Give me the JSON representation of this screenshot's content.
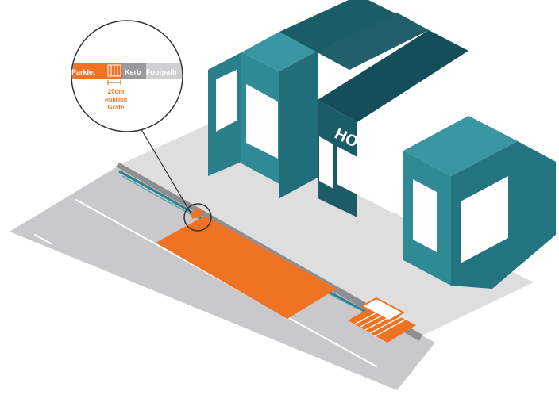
{
  "colors": {
    "teal": "#2f8a96",
    "teal_dark": "#226c77",
    "teal_side": "#1b5c66",
    "navy": "#15525e",
    "parklet_orange": "#f07324",
    "road_grey": "#c9c9cb",
    "footpath_grey": "#dededf",
    "kerb_grey": "#9a9a9c",
    "window_white": "#ffffff"
  },
  "callout": {
    "parklet_label": "Parklet",
    "kerb_label": "Kerb",
    "footpath_label": "Footpath",
    "grate_size": "20cm",
    "grate_line1": "Rubbish",
    "grate_line2": "Grate"
  },
  "building": {
    "sign": "HOST"
  },
  "icons": {
    "grate": "drainage-grate-icon",
    "magnifier": "magnifier-callout"
  }
}
